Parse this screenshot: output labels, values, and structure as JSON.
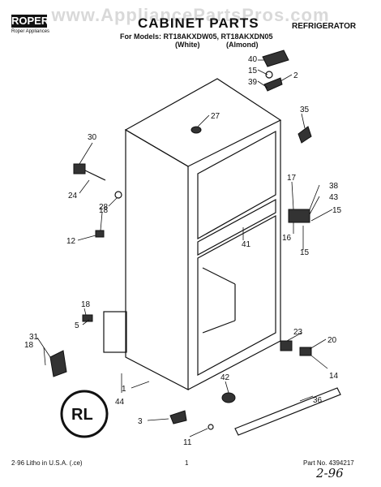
{
  "header": {
    "watermark": "www.AppliancePartsPros.com",
    "brand": "ROPER",
    "brand_sub": "Roper Appliances",
    "title": "CABINET PARTS",
    "category": "REFRIGERATOR",
    "models_line": "For Models: RT18AKXDW05, RT18AKXDN05",
    "variants_line": "(White) (Almond)"
  },
  "callouts": [
    "40",
    "15",
    "2",
    "39",
    "35",
    "27",
    "30",
    "24",
    "28",
    "18",
    "12",
    "17",
    "38",
    "43",
    "15",
    "16",
    "15",
    "41",
    "18",
    "5",
    "31",
    "18",
    "23",
    "20",
    "14",
    "1",
    "44",
    "42",
    "36",
    "3",
    "11"
  ],
  "footer": {
    "left": "2·96 Litho in U.S.A. (.ce)",
    "page": "1",
    "part_no": "Part No. 4394217",
    "signature": "2-96"
  }
}
